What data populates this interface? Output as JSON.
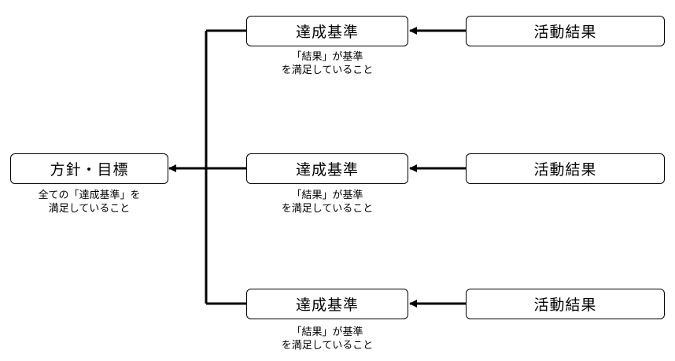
{
  "goal": {
    "label": "方針・目標",
    "note": [
      "全ての「達成基準」を",
      "満足していること"
    ]
  },
  "criteria": [
    {
      "label": "達成基準",
      "note": [
        "「結果」が基準",
        "を満足していること"
      ]
    },
    {
      "label": "達成基準",
      "note": [
        "「結果」が基準",
        "を満足していること"
      ]
    },
    {
      "label": "達成基準",
      "note": [
        "「結果」が基準",
        "を満足していること"
      ]
    }
  ],
  "results": [
    {
      "label": "活動結果"
    },
    {
      "label": "活動結果"
    },
    {
      "label": "活動結果"
    }
  ],
  "colors": {
    "stroke": "#000000",
    "background": "#ffffff"
  }
}
